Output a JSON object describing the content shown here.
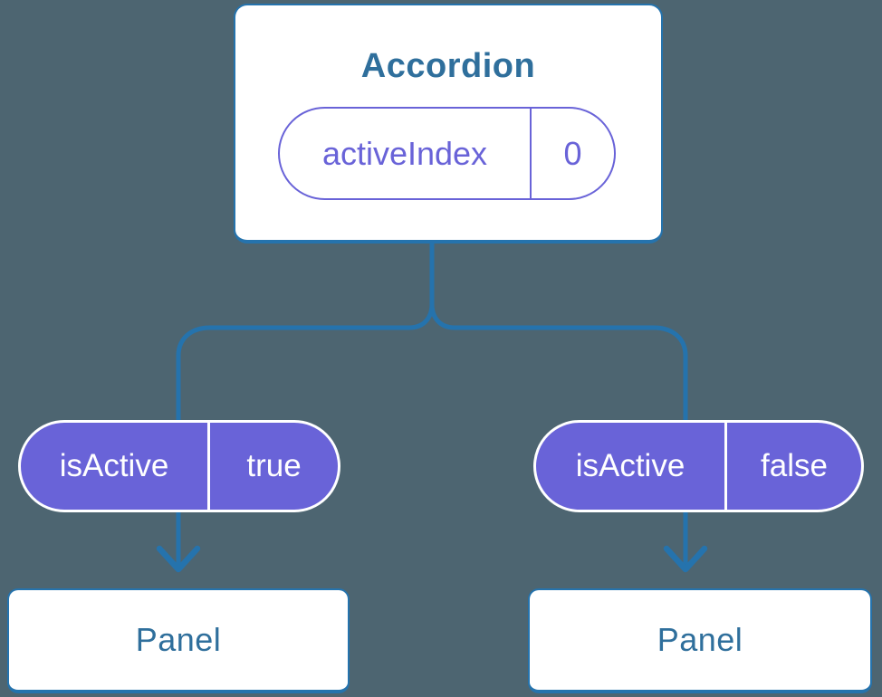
{
  "colors": {
    "background": "#4D6571",
    "connector_blue": "#2573AD",
    "node_label_blue": "#2F6F9C",
    "pill_purple": "#6963D8",
    "pill_text_white": "#FFFFFF",
    "node_fill": "#FFFFFF"
  },
  "tree": {
    "root": {
      "label": "Accordion",
      "state": {
        "name": "activeIndex",
        "value": "0"
      }
    },
    "branches": [
      {
        "prop": {
          "name": "isActive",
          "value": "true"
        },
        "child": {
          "label": "Panel"
        }
      },
      {
        "prop": {
          "name": "isActive",
          "value": "false"
        },
        "child": {
          "label": "Panel"
        }
      }
    ]
  }
}
